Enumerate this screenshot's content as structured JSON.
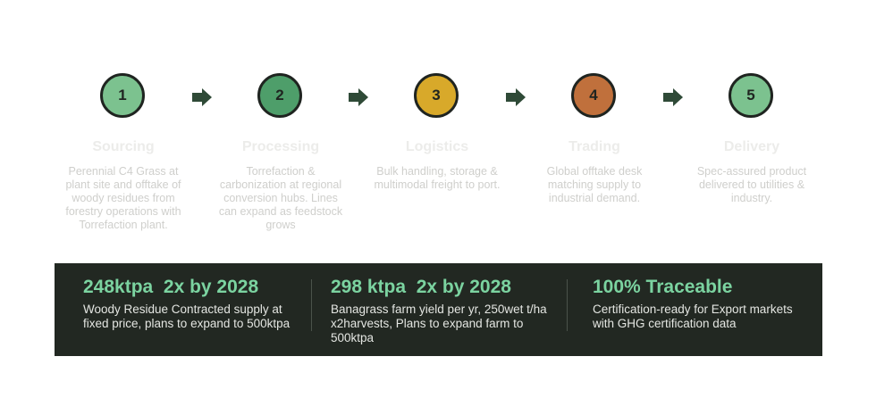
{
  "colors": {
    "step1": "#7cc28f",
    "step2": "#4e9e6a",
    "step3": "#d8a92a",
    "step4": "#c0703c",
    "step5": "#7cc28f",
    "arrow": "#2f4a37",
    "bar_bg": "#222822",
    "accent": "#7bd3a0"
  },
  "steps": [
    {
      "number": "1",
      "title": "Sourcing",
      "description": "Perennial C4 Grass at plant site and offtake of woody residues from forestry operations with Torrefaction plant."
    },
    {
      "number": "2",
      "title": "Processing",
      "description": "Torrefaction & carbonization at regional conversion hubs. Lines can expand as feedstock grows"
    },
    {
      "number": "3",
      "title": "Logistics",
      "description": "Bulk handling, storage & multimodal freight to port."
    },
    {
      "number": "4",
      "title": "Trading",
      "description": "Global offtake desk matching supply to industrial demand."
    },
    {
      "number": "5",
      "title": "Delivery",
      "description": "Spec-assured product delivered to utilities & industry."
    }
  ],
  "stats": [
    {
      "headline": "248ktpa  2x by 2028",
      "text": "Woody Residue Contracted supply at fixed price, plans to expand to 500ktpa"
    },
    {
      "headline": "298 ktpa  2x by 2028",
      "text": "Banagrass farm yield per yr, 250wet t/ha x2harvests, Plans to expand farm to 500ktpa"
    },
    {
      "headline": "100% Traceable",
      "text": "Certification-ready for Export markets with GHG certification data"
    }
  ]
}
